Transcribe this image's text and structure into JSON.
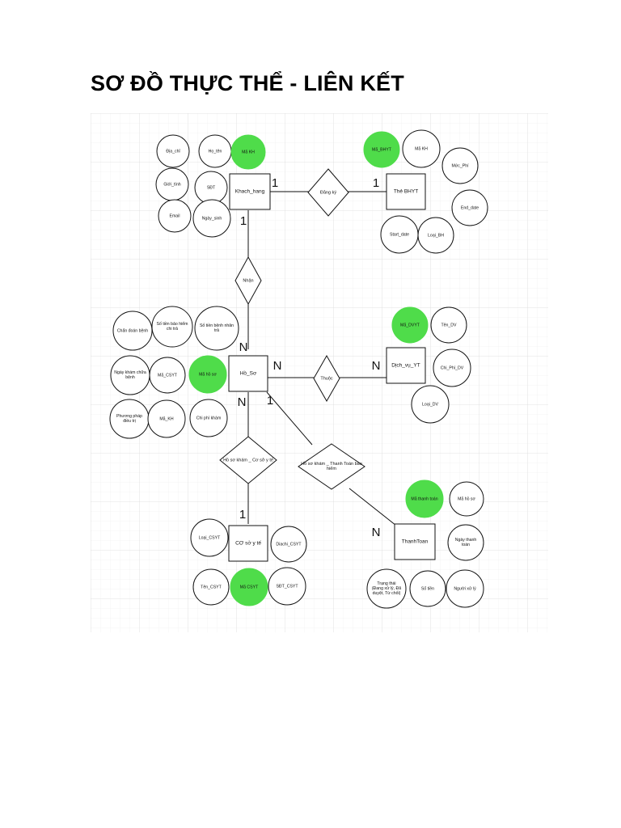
{
  "page": {
    "title": "SƠ ĐỒ THỰC  THỂ - LIÊN KẾT"
  },
  "colors": {
    "key_fill": "#4fdc4a",
    "stroke": "#111111",
    "grid": "#e4e4e4",
    "grid_bg": "#ffffff"
  },
  "entities": {
    "khach_hang": "Khach_hang",
    "the_bhyt": "Thẻ BHYT",
    "ho_so": "Hồ_Sơ",
    "dich_vu_yt": "Dịch_vụ_YT",
    "co_so_y_te": "CƠ sở y tế",
    "thanh_toan": "ThanhToan"
  },
  "relationships": {
    "dang_ky": "Đăng ký",
    "nhan": "Nhận",
    "thuoc": "Thuộc",
    "ho_so_co_so": "Hồ sơ khám _ Cơ sở y tế",
    "ho_so_thanh_toan": "Hồ sơ khám _ Thanh Toán bảo hiểm"
  },
  "attributes": {
    "dia_chi": "Địa_chỉ",
    "ho_ten": "Họ_tên",
    "ma_kh": "Mã KH",
    "gioi_tinh": "Giới_tính",
    "sdt": "SĐT",
    "email": "Email",
    "ngay_sinh": "Ngày_sinh",
    "ma_bhyt": "Mã_BHYT",
    "bhyt_ma_kh": "Mã KH",
    "muc_phi": "Mức_Phí",
    "end_date": "End_date",
    "start_date": "Start_date",
    "loai_bh": "Loại_BH",
    "chan_doan_benh": "Chẩn đoán bệnh",
    "so_tien_bao_hiem": "Số tiền bảo hiểm chi trả",
    "so_tien_benh_nhan": "Số tiền bệnh nhân trả",
    "ngay_kham": "Ngày khám chữa bệnh",
    "hs_ma_csyt": "Mã_CSYT",
    "ma_ho_so": "Mã hồ sơ",
    "phuong_phap": "Phương pháp điều trị",
    "hs_ma_kh": "Mã_KH",
    "chi_phi_kham": "Chi phí khám",
    "ma_dvyt": "Mã_DVYT",
    "ten_dv": "Tên_DV",
    "chi_phi_dv": "Chi_Phí_DV",
    "loai_dv": "Loại_DV",
    "loai_csyt": "Loại_CSYT",
    "diachi_csyt": "Diachi_CSYT",
    "ten_csyt": "Tên_CSYT",
    "ma_csyt": "Mã CSYT",
    "sdt_csyt": "SĐT_CSYT",
    "ma_thanh_toan": "Mã thanh toán",
    "tt_ma_ho_so": "Mã hồ sơ",
    "ngay_thanh_toan": "Ngày thanh toán",
    "trang_thai": "Trạng thái (Đang xử lý, Đã duyệt, Từ chối)",
    "so_tien": "Số tiền",
    "nguoi_xu_ly": "Người xử lý"
  },
  "cardinalities": {
    "kh_dangky": "1",
    "bhyt_dangky": "1",
    "kh_nhan": "1",
    "hs_nhan": "N",
    "hs_thuoc": "N",
    "dv_thuoc": "N",
    "hs_coso": "N",
    "coso_hs": "1",
    "hs_thanhtoan": "1",
    "thanhtoan_hs": "N"
  }
}
